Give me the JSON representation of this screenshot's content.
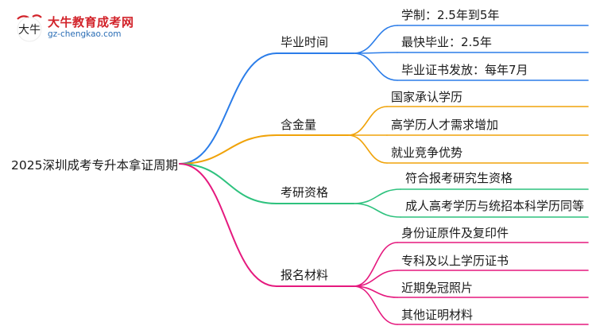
{
  "brand": {
    "logo_text": "大牛",
    "name": "大牛教育成考网",
    "url": "gz-chengkao.com"
  },
  "root": "2025深圳成考专升本拿证周期",
  "colors": {
    "blue": "#2b7de9",
    "orange": "#f0a30a",
    "green": "#2ec27e",
    "magenta": "#e5197e",
    "logo_red": "#d2232a",
    "logo_blue": "#2a6db5"
  },
  "branches": [
    {
      "label": "毕业时间",
      "color": "#2b7de9",
      "items": [
        "学制：2.5年到5年",
        "最快毕业：2.5年",
        "毕业证书发放：每年7月"
      ]
    },
    {
      "label": "含金量",
      "color": "#f0a30a",
      "items": [
        "国家承认学历",
        "高学历人才需求增加",
        "就业竞争优势"
      ]
    },
    {
      "label": "考研资格",
      "color": "#2ec27e",
      "items": [
        "符合报考研究生资格",
        "成人高考学历与统招本科学历同等"
      ]
    },
    {
      "label": "报名材料",
      "color": "#e5197e",
      "items": [
        "身份证原件及复印件",
        "专科及以上学历证书",
        "近期免冠照片",
        "其他证明材料"
      ]
    }
  ]
}
